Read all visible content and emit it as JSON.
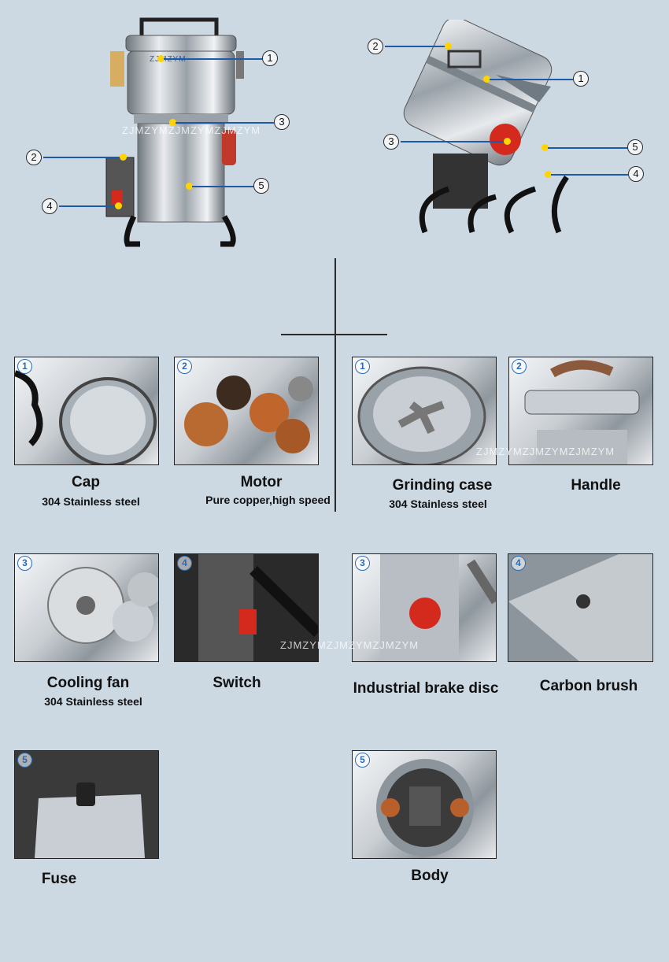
{
  "callouts": [
    "1",
    "2",
    "3",
    "4",
    "5"
  ],
  "watermark": "ZJMZYMZJMZYMZJMZYM",
  "cap_lid_text": "ZJMZYM",
  "components": [
    {
      "badge": "1",
      "title": "Cap",
      "subtitle": "304 Stainless steel"
    },
    {
      "badge": "2",
      "title": "Motor",
      "subtitle": "Pure copper,high speed"
    },
    {
      "badge": "1",
      "title": "Grinding case",
      "subtitle": "304 Stainless steel"
    },
    {
      "badge": "2",
      "title": "Handle",
      "subtitle": ""
    },
    {
      "badge": "3",
      "title": "Cooling fan",
      "subtitle": "304 Stainless steel"
    },
    {
      "badge": "4",
      "title": "Switch",
      "subtitle": ""
    },
    {
      "badge": "3",
      "title": "Industrial brake disc",
      "subtitle": ""
    },
    {
      "badge": "4",
      "title": "Carbon brush",
      "subtitle": ""
    },
    {
      "badge": "5",
      "title": "Fuse",
      "subtitle": ""
    },
    {
      "badge": "5",
      "title": "Body",
      "subtitle": ""
    }
  ],
  "colors": {
    "background": "#ccd8e2",
    "leader": "#1e5aa8",
    "marker": "#ffd400",
    "badge": "#2b6ab5",
    "knob": "#d42a1e"
  }
}
